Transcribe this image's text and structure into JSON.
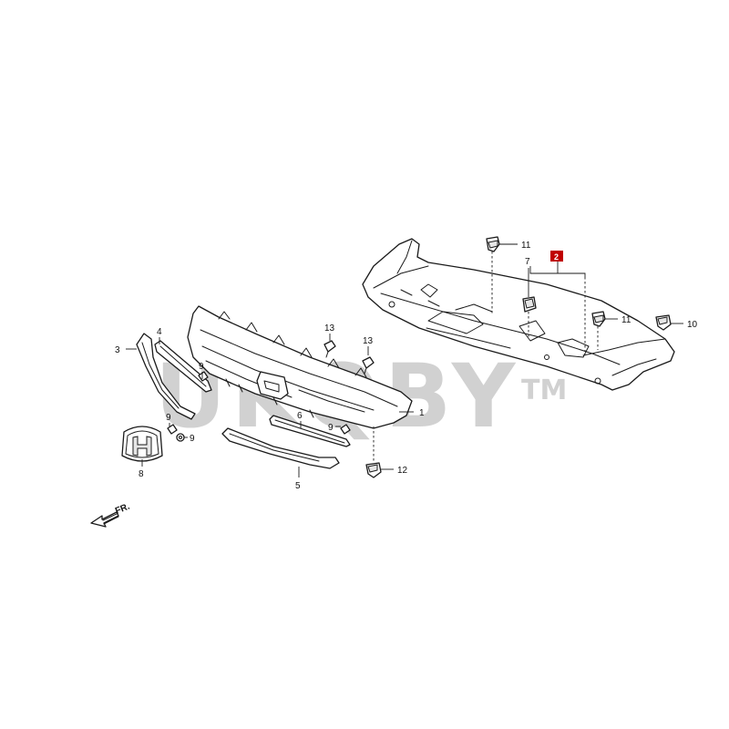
{
  "watermark": {
    "text": "UKQBY",
    "mark": "TM"
  },
  "direction": {
    "label": "FR."
  },
  "callouts": [
    {
      "id": "1",
      "text": "1"
    },
    {
      "id": "2",
      "text": "2",
      "highlight": true,
      "color": "#c00000"
    },
    {
      "id": "3",
      "text": "3"
    },
    {
      "id": "4",
      "text": "4"
    },
    {
      "id": "5",
      "text": "5"
    },
    {
      "id": "6",
      "text": "6"
    },
    {
      "id": "7",
      "text": "7"
    },
    {
      "id": "8",
      "text": "8"
    },
    {
      "id": "9a",
      "text": "9"
    },
    {
      "id": "9b",
      "text": "9"
    },
    {
      "id": "9c",
      "text": "9"
    },
    {
      "id": "9d",
      "text": "9"
    },
    {
      "id": "10",
      "text": "10"
    },
    {
      "id": "11a",
      "text": "11"
    },
    {
      "id": "11b",
      "text": "11"
    },
    {
      "id": "12",
      "text": "12"
    },
    {
      "id": "13a",
      "text": "13"
    },
    {
      "id": "13b",
      "text": "13"
    }
  ],
  "icons": {
    "emblem": "honda-h-emblem-icon",
    "direction": "front-arrow-icon"
  }
}
